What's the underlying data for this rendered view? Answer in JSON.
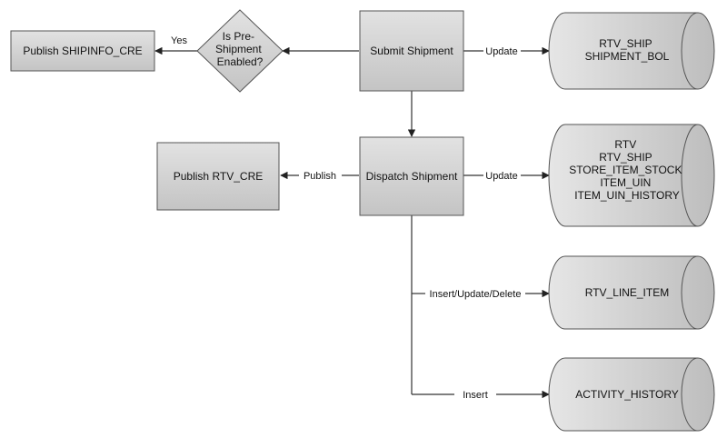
{
  "nodes": {
    "publish_shipinfo": "Publish SHIPINFO_CRE",
    "decision": [
      "Is Pre-",
      "Shipment",
      "Enabled?"
    ],
    "submit_shipment": "Submit Shipment",
    "db_rtv_ship_bol": [
      "RTV_SHIP",
      "SHIPMENT_BOL"
    ],
    "publish_rtv": "Publish RTV_CRE",
    "dispatch_shipment": "Dispatch Shipment",
    "db_dispatch": [
      "RTV",
      "RTV_SHIP",
      "STORE_ITEM_STOCK",
      "ITEM_UIN",
      "ITEM_UIN_HISTORY"
    ],
    "db_rtv_line_item": "RTV_LINE_ITEM",
    "db_activity_history": "ACTIVITY_HISTORY"
  },
  "edges": {
    "yes": "Yes",
    "update_1": "Update",
    "publish": "Publish",
    "update_2": "Update",
    "insert_update_delete": "Insert/Update/Delete",
    "insert": "Insert"
  }
}
